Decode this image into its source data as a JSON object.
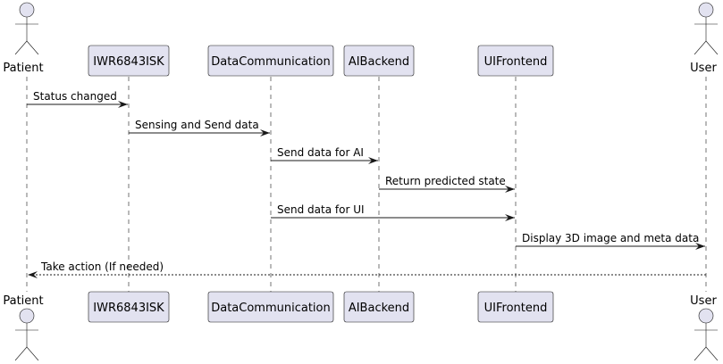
{
  "diagram": {
    "participants": [
      {
        "id": "patient",
        "label": "Patient",
        "kind": "actor"
      },
      {
        "id": "iwr",
        "label": "IWR6843ISK",
        "kind": "participant"
      },
      {
        "id": "datacomm",
        "label": "DataCommunication",
        "kind": "participant"
      },
      {
        "id": "aibackend",
        "label": "AIBackend",
        "kind": "participant"
      },
      {
        "id": "uifrontend",
        "label": "UIFrontend",
        "kind": "participant"
      },
      {
        "id": "user",
        "label": "User",
        "kind": "actor"
      }
    ],
    "messages": [
      {
        "from": "patient",
        "to": "iwr",
        "text": "Status changed",
        "style": "solid"
      },
      {
        "from": "iwr",
        "to": "datacomm",
        "text": "Sensing and Send data",
        "style": "solid"
      },
      {
        "from": "datacomm",
        "to": "aibackend",
        "text": "Send data for AI",
        "style": "solid"
      },
      {
        "from": "aibackend",
        "to": "uifrontend",
        "text": "Return predicted state",
        "style": "solid"
      },
      {
        "from": "datacomm",
        "to": "uifrontend",
        "text": "Send data for UI",
        "style": "solid"
      },
      {
        "from": "uifrontend",
        "to": "user",
        "text": "Display 3D image and meta data",
        "style": "solid"
      },
      {
        "from": "user",
        "to": "patient",
        "text": "Take action (If needed)",
        "style": "dashed"
      }
    ]
  }
}
